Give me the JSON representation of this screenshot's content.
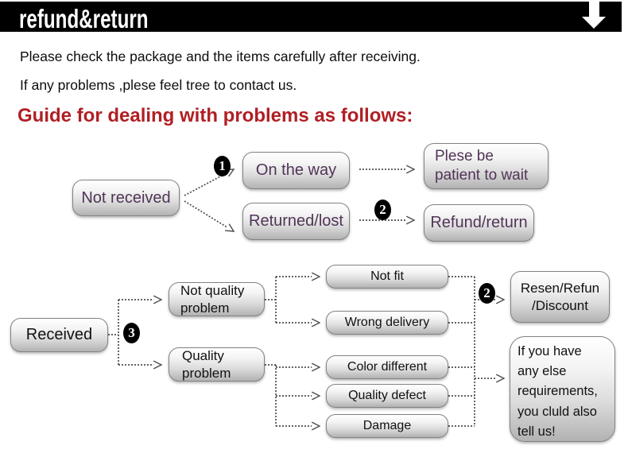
{
  "banner": {
    "title": "refund&return",
    "arrow_icon": "down-arrow"
  },
  "intro": {
    "line1": "Please check the package and the items carefully after receiving.",
    "line2": "If any problems ,plese feel tree to contact us."
  },
  "heading": "Guide for dealing with problems as follows:",
  "colors": {
    "banner_bg": "#000000",
    "heading_red": "#b01f24",
    "flow1_text_purple": "#513457",
    "flow2_text_black": "#111111",
    "box_gradient_top": "#ffffff",
    "box_gradient_bottom": "#b2b2b2",
    "box_border": "#828282",
    "connector": "#4d4d4d"
  },
  "flow1": {
    "not_received": "Not received",
    "badge1": "1",
    "on_the_way": "On the way",
    "returned_lost": "Returned/lost",
    "plese_be_patient": "Plese be\npatient to wait",
    "badge2": "2",
    "refund_return": "Refund/return"
  },
  "flow2": {
    "received": "Received",
    "badge3": "3",
    "not_quality_problem": "Not quality\nproblem",
    "quality_problem": "Quality\nproblem",
    "not_fit": "Not fit",
    "wrong_delivery": "Wrong delivery",
    "color_different": "Color different",
    "quality_defect": "Quality defect",
    "damage": "Damage",
    "badge2": "2",
    "resen_refun_discount": "Resen/Refun\n/Discount",
    "if_you_have": "If you have\nany else\nrequirements,\nyou cluld also\ntell us!"
  }
}
